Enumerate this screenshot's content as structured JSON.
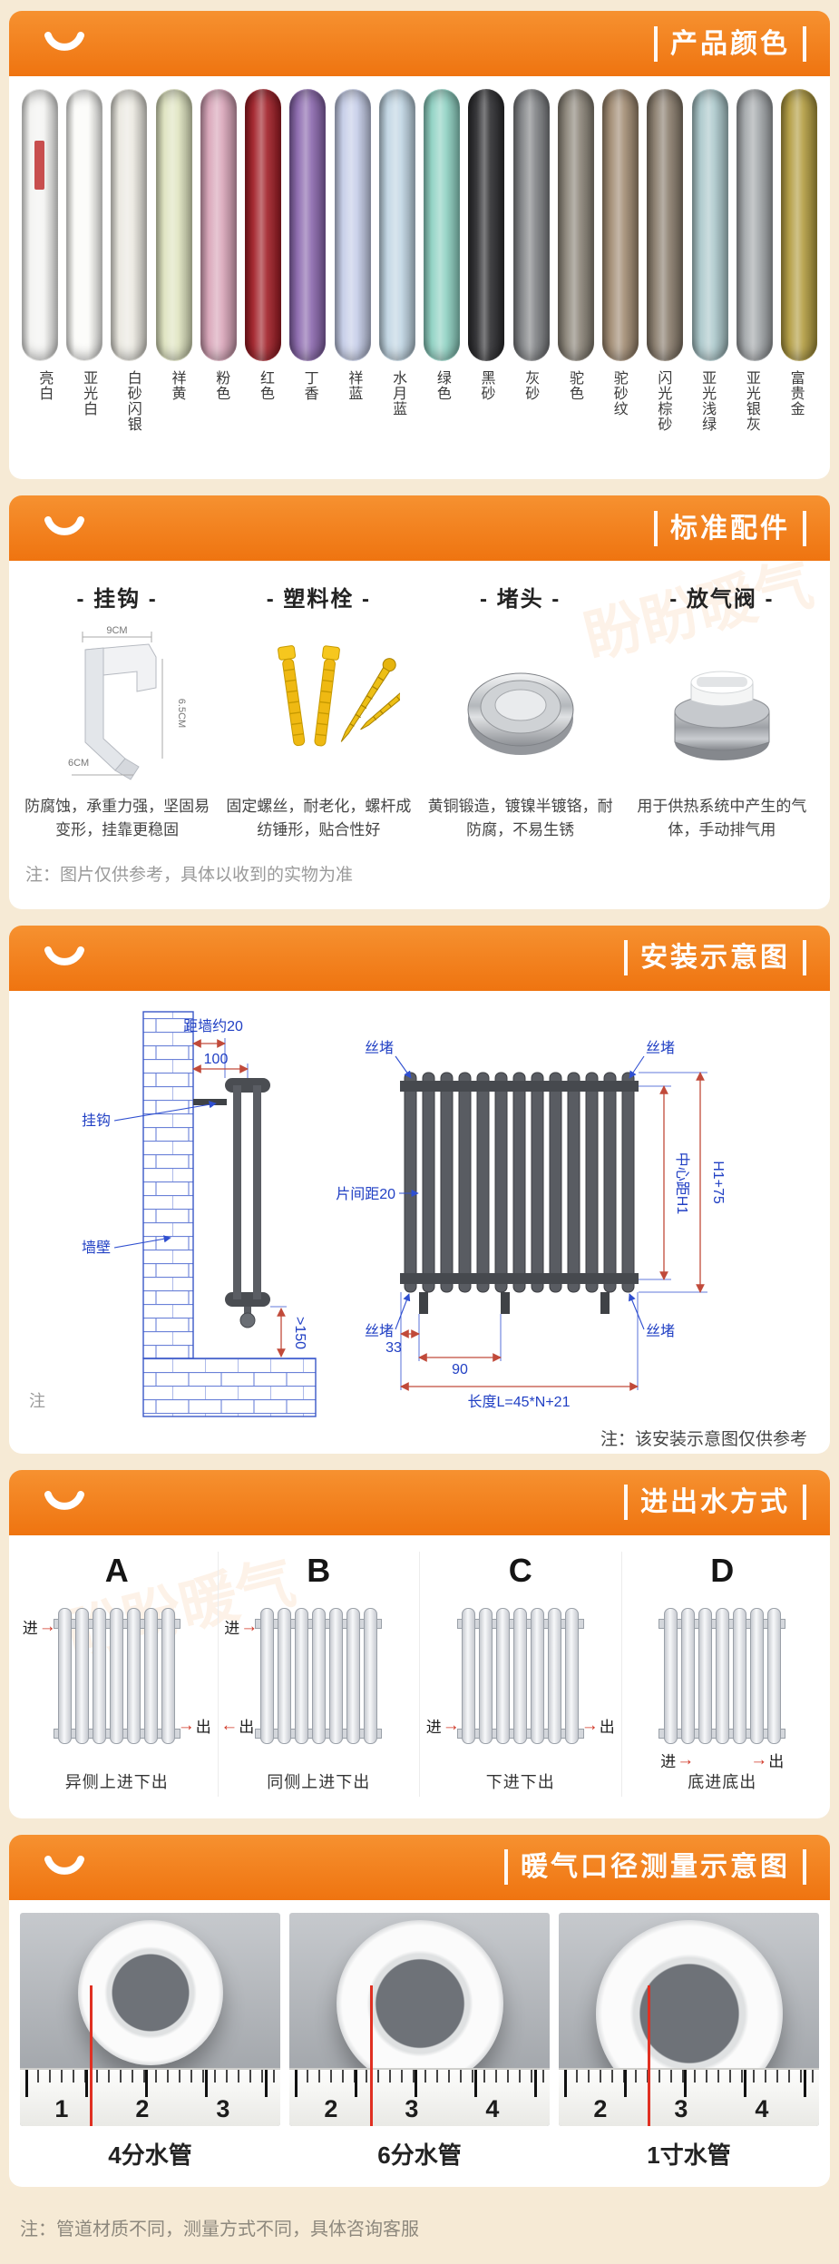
{
  "watermark": "盼盼暖气",
  "sections": {
    "colors": {
      "title": "产品颜色",
      "items": [
        {
          "label": "亮白",
          "color": "#f3f3f1"
        },
        {
          "label": "亚光白",
          "color": "#fbfbf8"
        },
        {
          "label": "白砂闪银",
          "color": "#eae8e0"
        },
        {
          "label": "祥黄",
          "color": "#dfe4c0"
        },
        {
          "label": "粉色",
          "color": "#d8a4b8"
        },
        {
          "label": "红色",
          "color": "#a01e26"
        },
        {
          "label": "丁香",
          "color": "#8a67ad"
        },
        {
          "label": "祥蓝",
          "color": "#c5cde8"
        },
        {
          "label": "水月蓝",
          "color": "#c0d5e3"
        },
        {
          "label": "绿色",
          "color": "#8fd2c3"
        },
        {
          "label": "黑砂",
          "color": "#2d2d30"
        },
        {
          "label": "灰砂",
          "color": "#808285"
        },
        {
          "label": "驼色",
          "color": "#8b8478"
        },
        {
          "label": "驼砂纹",
          "color": "#a18b72"
        },
        {
          "label": "闪光棕砂",
          "color": "#8a7d6d"
        },
        {
          "label": "亚光浅绿",
          "color": "#abc8cb"
        },
        {
          "label": "亚光银灰",
          "color": "#a3a7aa"
        },
        {
          "label": "富贵金",
          "color": "#b29c40"
        }
      ]
    },
    "accessories": {
      "title": "标准配件",
      "items": [
        {
          "name": "- 挂钩 -",
          "desc": "防腐蚀，承重力强，坚固易变形，挂靠更稳固",
          "dim_top": "9CM",
          "dim_bottom": "6CM",
          "dim_side": "6.5CM"
        },
        {
          "name": "- 塑料栓 -",
          "desc": "固定螺丝，耐老化，螺杆成纺锤形，贴合性好"
        },
        {
          "name": "- 堵头 -",
          "desc": "黄铜锻造，镀镍半镀铬，耐防腐，不易生锈"
        },
        {
          "name": "- 放气阀 -",
          "desc": "用于供热系统中产生的气体，手动排气用"
        }
      ],
      "note": "注：图片仅供参考，具体以收到的实物为准"
    },
    "install": {
      "title": "安装示意图",
      "labels": {
        "dist_wall": "距墙约20",
        "dim_100": "100",
        "hook": "挂钩",
        "wall": "墙壁",
        "min_150": ">150",
        "plug": "丝堵",
        "center_dist": "中心距H1",
        "h1_plus": "H1+75",
        "fin_gap": "片间距20",
        "dim_33": "33",
        "dim_90": "90",
        "length": "长度L=45*N+21",
        "side_note": "注",
        "note": "注：该安装示意图仅供参考"
      }
    },
    "flow": {
      "title": "进出水方式",
      "panels": [
        {
          "letter": "A",
          "caption": "异侧上进下出",
          "arrows": [
            {
              "label": "进",
              "pos": "tl-in"
            },
            {
              "label": "出",
              "pos": "br-out"
            }
          ]
        },
        {
          "letter": "B",
          "caption": "同侧上进下出",
          "arrows": [
            {
              "label": "进",
              "pos": "tl-in"
            },
            {
              "label": "出",
              "pos": "bl-out"
            }
          ]
        },
        {
          "letter": "C",
          "caption": "下进下出",
          "arrows": [
            {
              "label": "进",
              "pos": "bl-in"
            },
            {
              "label": "出",
              "pos": "br-out"
            }
          ]
        },
        {
          "letter": "D",
          "caption": "底进底出",
          "arrows": [
            {
              "label": "进",
              "pos": "bot-in"
            },
            {
              "label": "出",
              "pos": "bot-out"
            }
          ]
        }
      ]
    },
    "measure": {
      "title": "暖气口径测量示意图",
      "items": [
        {
          "label": "4分水管",
          "tape": [
            "1",
            "2",
            "3"
          ]
        },
        {
          "label": "6分水管",
          "tape": [
            "2",
            "3",
            "4"
          ]
        },
        {
          "label": "1寸水管",
          "tape": [
            "2",
            "3",
            "4"
          ]
        }
      ],
      "note": "注：管道材质不同，测量方式不同，具体咨询客服"
    }
  }
}
